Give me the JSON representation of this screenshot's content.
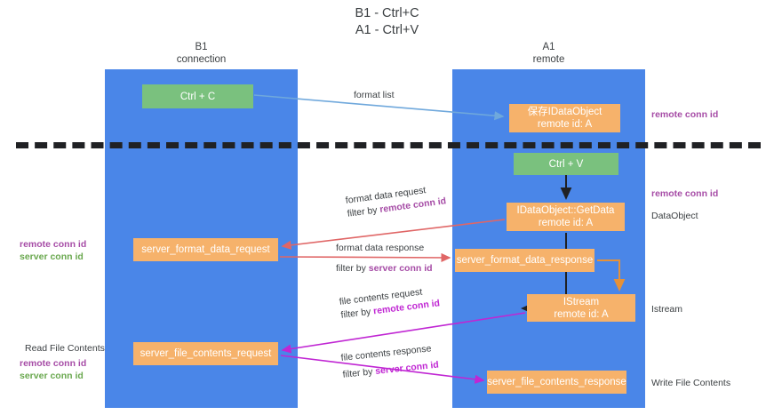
{
  "title": {
    "line1": "B1 - Ctrl+C",
    "line2": "A1 - Ctrl+V"
  },
  "lanes": [
    {
      "id": "b1",
      "name": "B1",
      "subtitle": "connection",
      "color": "#4a86e8"
    },
    {
      "id": "a1",
      "name": "A1",
      "subtitle": "remote",
      "color": "#4a86e8"
    }
  ],
  "nodes": [
    {
      "id": "ctrl-c",
      "line1": "Ctrl + C",
      "line2": "",
      "color": "#7ac17e",
      "lane": "b1"
    },
    {
      "id": "idataobject",
      "line1": "保存IDataObject",
      "line2": "remote id: A",
      "color": "#f6b26b",
      "lane": "a1"
    },
    {
      "id": "ctrl-v",
      "line1": "Ctrl + V",
      "line2": "",
      "color": "#7ac17e",
      "lane": "a1"
    },
    {
      "id": "getdata",
      "line1": "IDataObject::GetData",
      "line2": "remote id: A",
      "color": "#f6b26b",
      "lane": "a1"
    },
    {
      "id": "fmt-request",
      "line1": "server_format_data_request",
      "line2": "",
      "color": "#f6b26b",
      "lane": "b1"
    },
    {
      "id": "fmt-response",
      "line1": "server_format_data_response",
      "line2": "",
      "color": "#f6b26b",
      "lane": "a1"
    },
    {
      "id": "istream",
      "line1": "IStream",
      "line2": "remote id: A",
      "color": "#f6b26b",
      "lane": "a1"
    },
    {
      "id": "file-request",
      "line1": "server_file_contents_request",
      "line2": "",
      "color": "#f6b26b",
      "lane": "b1"
    },
    {
      "id": "file-response",
      "line1": "server_file_contents_response",
      "line2": "",
      "color": "#f6b26b",
      "lane": "a1"
    }
  ],
  "edge_labels": {
    "format_list": "format list",
    "format_data_request": "format data request",
    "format_data_request_filter_prefix": "filter by ",
    "format_data_request_filter_key": "remote conn id",
    "format_data_response": "format data response",
    "format_data_response_filter_prefix": "filter by ",
    "format_data_response_filter_key": "server conn id",
    "file_contents_request": "file contents request",
    "file_contents_request_filter_prefix": "filter by ",
    "file_contents_request_filter_key": "remote conn id",
    "file_contents_response": "file contents response",
    "file_contents_response_filter_prefix": "filter by ",
    "file_contents_response_filter_key": "server conn id"
  },
  "annotations": {
    "right": [
      {
        "id": "r1",
        "text": "remote conn id",
        "kind": "purple"
      },
      {
        "id": "r2",
        "text": "remote conn id",
        "kind": "purple"
      },
      {
        "id": "r3",
        "text": "DataObject",
        "kind": "plain"
      },
      {
        "id": "r4",
        "text": "Istream",
        "kind": "plain"
      },
      {
        "id": "r5",
        "text": "Write File Contents",
        "kind": "plain"
      }
    ],
    "left": [
      {
        "id": "l1a",
        "text": "remote conn id",
        "kind": "purple"
      },
      {
        "id": "l1b",
        "text": "server conn id",
        "kind": "green"
      },
      {
        "id": "l2",
        "text": "Read File Contents",
        "kind": "plain"
      },
      {
        "id": "l3a",
        "text": "remote conn id",
        "kind": "purple"
      },
      {
        "id": "l3b",
        "text": "server conn id",
        "kind": "green"
      }
    ]
  },
  "colors": {
    "lane": "#4a86e8",
    "node_green": "#7ac17e",
    "node_orange": "#f6b26b",
    "purple": "#a64ca6",
    "green_text": "#6aa84f",
    "arrow_blue": "#6fa8dc",
    "arrow_red": "#e06666",
    "arrow_magenta": "#c026d3",
    "arrow_black": "#202124",
    "divider": "#202124"
  }
}
